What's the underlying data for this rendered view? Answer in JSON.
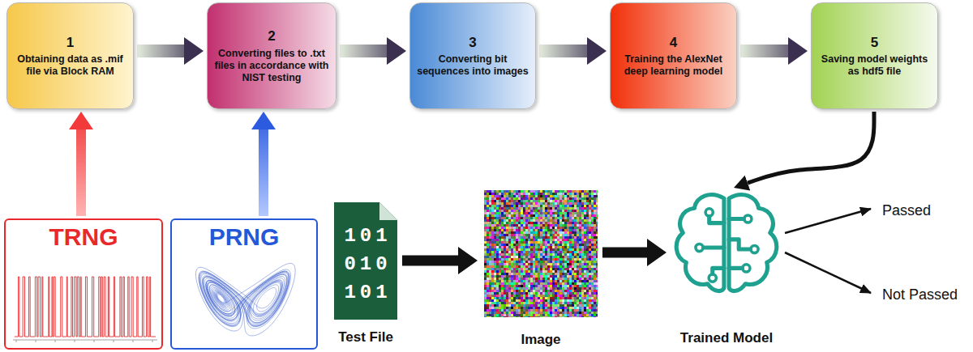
{
  "diagram": {
    "nodes": [
      {
        "text": [
          "1",
          "Obtaining data as .mif file via Block RAM"
        ]
      },
      {
        "text": [
          "2",
          "Converting files to .txt files in accordance with NIST testing"
        ]
      },
      {
        "text": [
          "3",
          "Converting bit sequences into images"
        ]
      },
      {
        "text": [
          "4",
          "Training the AlexNet deep learning model"
        ]
      },
      {
        "text": [
          "5",
          "Saving model weights as hdf5 file"
        ]
      },
      {
        "text": [
          "TRNG"
        ]
      },
      {
        "text": [
          "PRNG"
        ]
      },
      {
        "text": [
          "101 010 101",
          "Test File"
        ]
      },
      {
        "text": [
          "Image"
        ]
      },
      {
        "text": [
          "Trained Model"
        ]
      }
    ],
    "edges": [
      {
        "from": 0,
        "to": 1,
        "arrow": "to"
      },
      {
        "from": 1,
        "to": 2,
        "arrow": "to"
      },
      {
        "from": 2,
        "to": 3,
        "arrow": "to"
      },
      {
        "from": 3,
        "to": 4,
        "arrow": "to"
      },
      {
        "from": 5,
        "to": 0,
        "arrow": "to"
      },
      {
        "from": 6,
        "to": 1,
        "arrow": "to"
      },
      {
        "from": 4,
        "to": 9,
        "arrow": "to"
      },
      {
        "from": 7,
        "to": 8,
        "arrow": "to"
      },
      {
        "from": 8,
        "to": 9,
        "arrow": "to"
      }
    ],
    "labels": [
      "Passed",
      "Not Passed"
    ]
  }
}
